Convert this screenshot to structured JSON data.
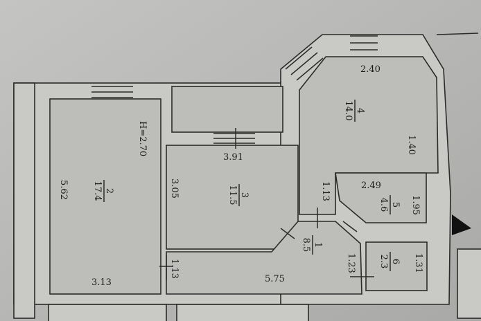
{
  "plan": {
    "ceiling_height": "H=2.70",
    "rooms": [
      {
        "number": "1",
        "area": "8.5"
      },
      {
        "number": "2",
        "area": "17.4"
      },
      {
        "number": "3",
        "area": "11.5"
      },
      {
        "number": "4",
        "area": "14.0"
      },
      {
        "number": "5",
        "area": "4.6"
      },
      {
        "number": "6",
        "area": "2.3"
      }
    ],
    "dimensions": {
      "room4_width": "2.40",
      "room4_depth": "1.40",
      "room3_width": "3.91",
      "room3_depth": "3.05",
      "room2_depth": "5.62",
      "room2_width": "3.13",
      "corridor_small": "1.13",
      "corridor_length": "5.75",
      "corridor_width": "1.23",
      "hall_width": "1.13",
      "room5_width": "2.49",
      "room5_depth": "1.95",
      "room6_depth": "1.31"
    }
  }
}
